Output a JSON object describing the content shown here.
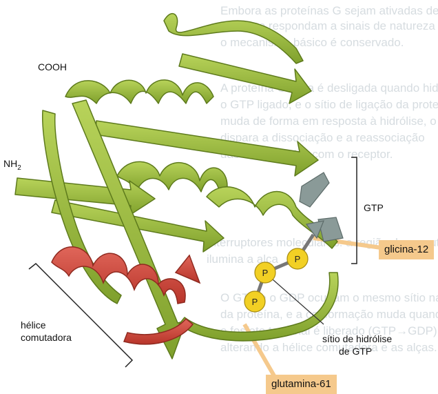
{
  "background_text": [
    "Embora as proteínas G sejam ativadas de diferentes",
    "modos e respondam a sinais de natureza diversa,",
    "o mecanismo básico é conservado.",
    "A proteína G ativa é desligada quando hidrolisa",
    "o GTP ligado, e o sítio de ligação da proteína",
    "muda de forma em resposta à hidrólise, o que",
    "dispara a dissociação e a reassociação",
    "das subunidades com o receptor.",
    "Interruptores moleculares: a região de comutação",
    "ilumina a alça",
    "O GTP e o GDP ocupam o mesmo sítio na estrutura",
    "da proteína, e a conformação muda quando",
    "o fosfato terminal é liberado (GTP→GDP),",
    "alterando a hélice comutadora e as alças."
  ],
  "labels": {
    "cooh": "COOH",
    "nh2": "NH",
    "nh2_sub": "2",
    "gtp": "GTP",
    "helix": [
      "hélice",
      "comutadora"
    ],
    "hydrolysis": [
      "sítio de hidrólise",
      "de GTP"
    ],
    "glycine": "glicina-12",
    "glutamine": "glutamina-61",
    "phosphate": "P"
  },
  "colors": {
    "ribbon": "#9fbf3c",
    "ribbon_dark": "#6e8f22",
    "helix_switch": "#d4483a",
    "phosphate": "#f2d024",
    "gtp_base": "#8a9a98",
    "callout": "#f5c98c"
  }
}
